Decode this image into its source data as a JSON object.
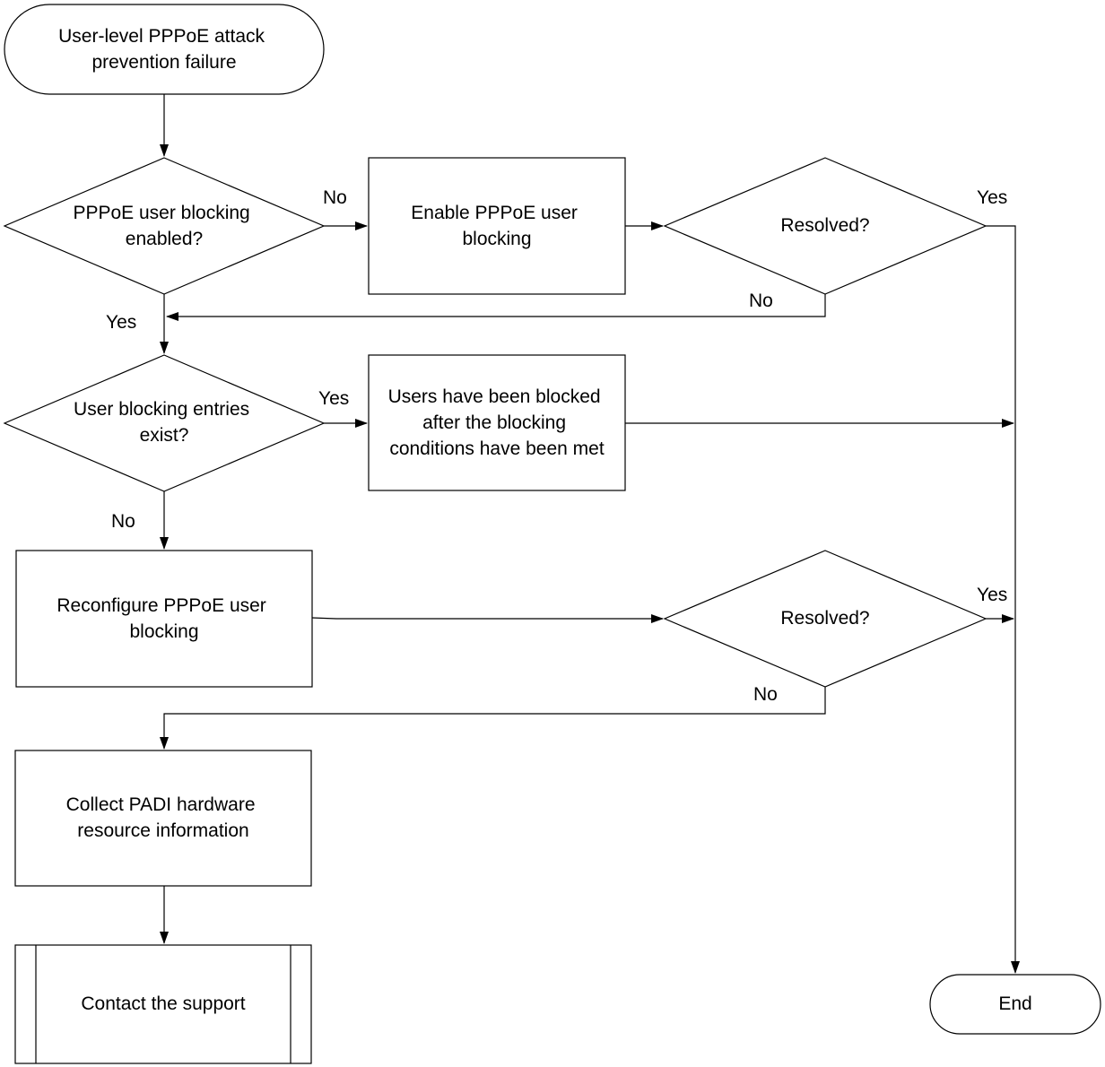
{
  "nodes": {
    "start": [
      "User-level PPPoE attack",
      "prevention failure"
    ],
    "decision_blocking_enabled": [
      "PPPoE user blocking",
      "enabled?"
    ],
    "enable_blocking": [
      "Enable PPPoE user",
      "blocking"
    ],
    "resolved_1": [
      "Resolved?"
    ],
    "decision_entries_exist": [
      "User blocking entries",
      "exist?"
    ],
    "users_blocked": [
      "Users have been blocked",
      "after the blocking",
      "conditions have been met"
    ],
    "reconfigure_blocking": [
      "Reconfigure PPPoE user",
      "blocking"
    ],
    "resolved_2": [
      "Resolved?"
    ],
    "collect_padi": [
      "Collect PADI hardware",
      "resource information"
    ],
    "contact_support": [
      "Contact the support"
    ],
    "end": [
      "End"
    ]
  },
  "edge_labels": {
    "blocking_enabled_no": "No",
    "resolved_1_yes": "Yes",
    "resolved_1_no": "No",
    "blocking_enabled_yes": "Yes",
    "entries_exist_yes": "Yes",
    "entries_exist_no": "No",
    "resolved_2_yes": "Yes",
    "resolved_2_no": "No"
  }
}
